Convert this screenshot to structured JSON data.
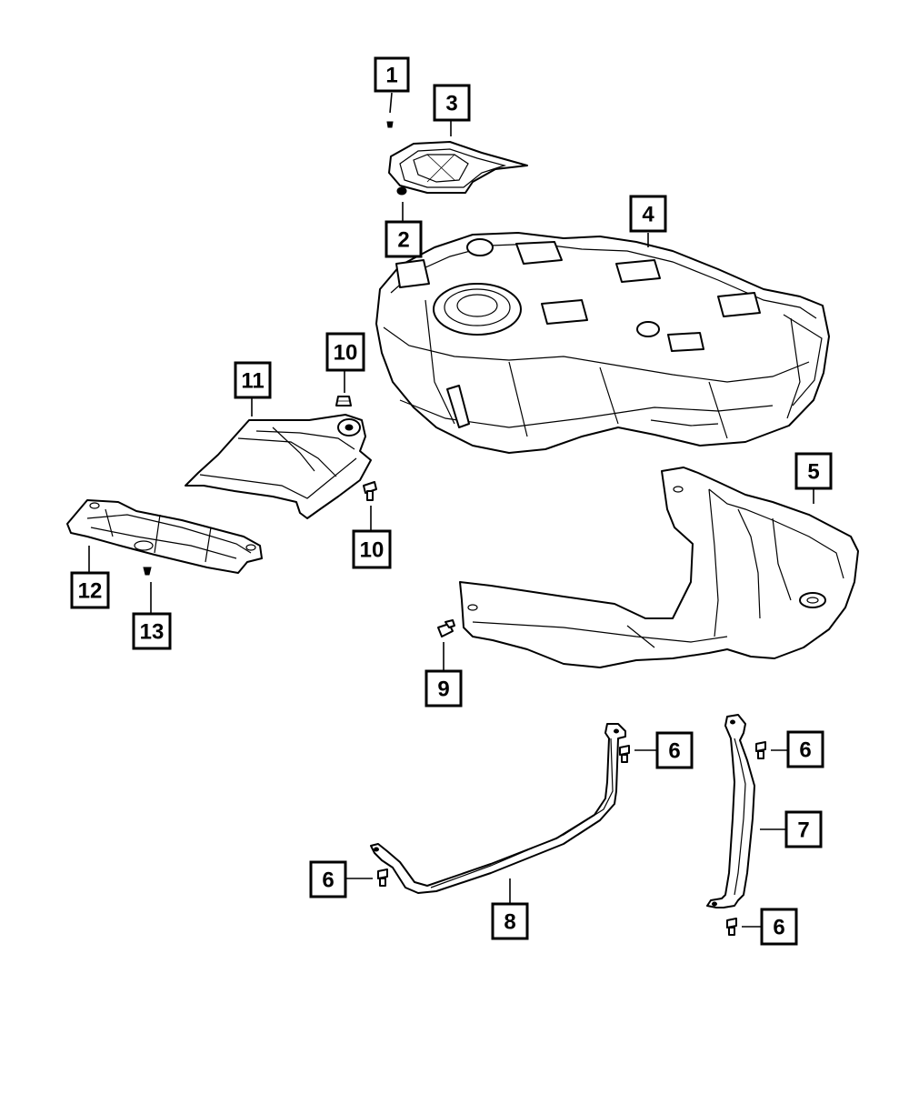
{
  "callouts": {
    "c1": "1",
    "c2": "2",
    "c3": "3",
    "c4": "4",
    "c5": "5",
    "c6a": "6",
    "c6b": "6",
    "c6c": "6",
    "c6d": "6",
    "c7": "7",
    "c8": "8",
    "c9": "9",
    "c10a": "10",
    "c10b": "10",
    "c11": "11",
    "c12": "12",
    "c13": "13"
  }
}
